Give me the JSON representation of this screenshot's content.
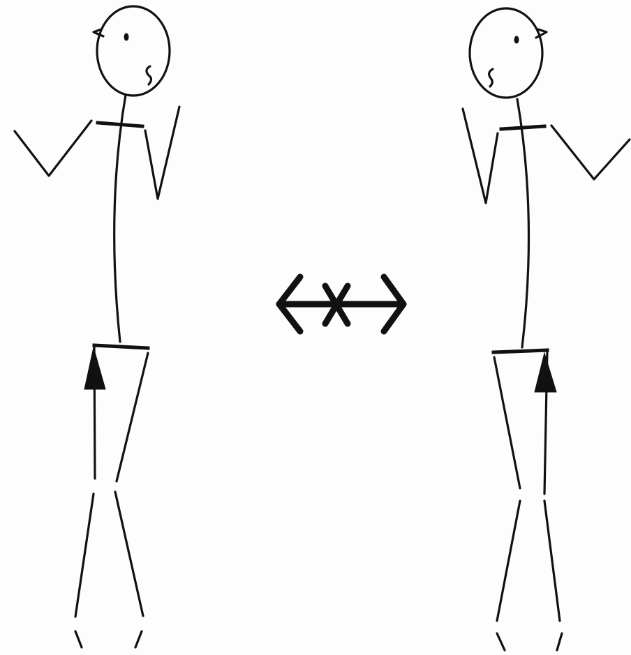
{
  "colors": {
    "ink": "#111111",
    "background": "#fdfdfd"
  },
  "figures": [
    {
      "name": "left-stick-figure",
      "facing": "right",
      "leg_marker": "upward-arrow"
    },
    {
      "name": "right-stick-figure",
      "facing": "left",
      "leg_marker": "upward-arrow"
    }
  ],
  "center_symbol": {
    "icon": "double-headed-arrow-with-x-icon"
  }
}
